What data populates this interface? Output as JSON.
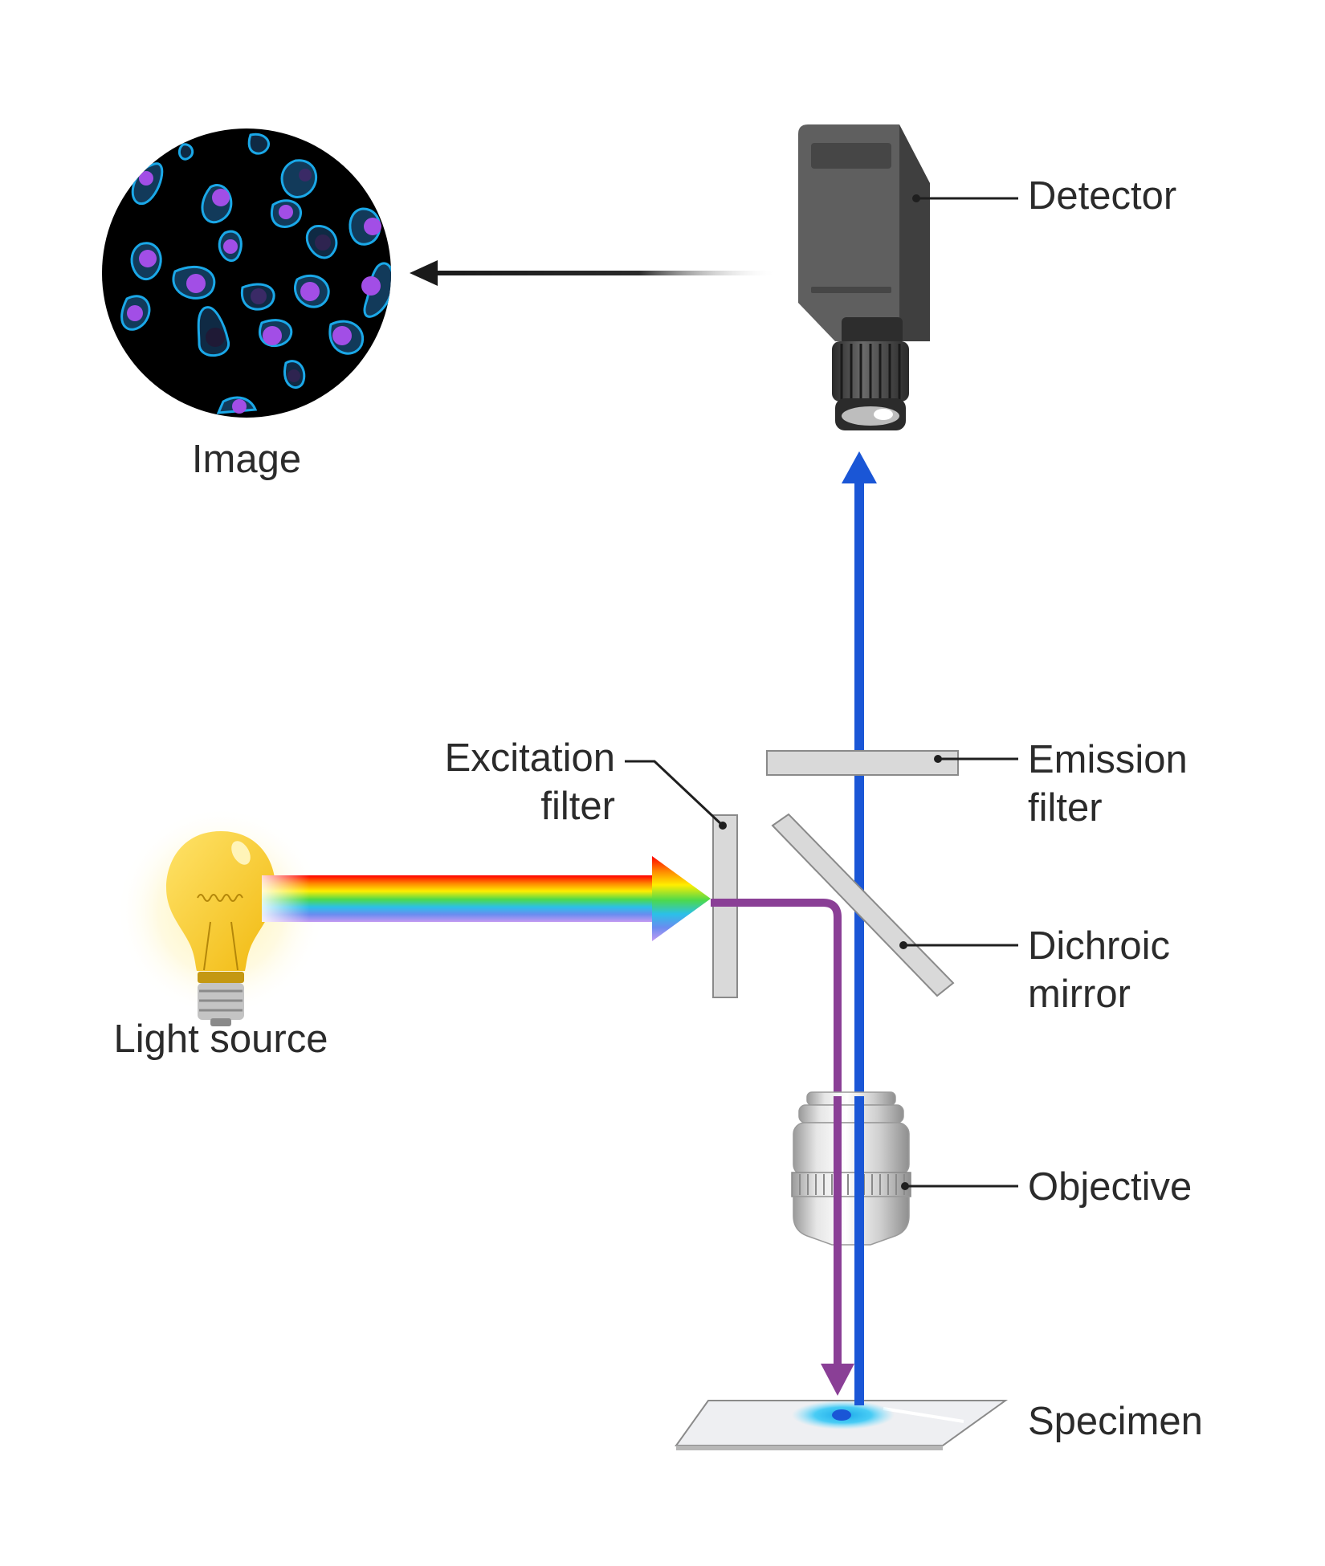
{
  "labels": {
    "detector": "Detector",
    "image": "Image",
    "excitation_filter": [
      "Excitation",
      "filter"
    ],
    "emission_filter": [
      "Emission",
      "filter"
    ],
    "dichroic_mirror": [
      "Dichroic",
      "mirror"
    ],
    "light_source": "Light source",
    "objective": "Objective",
    "specimen": "Specimen"
  },
  "colors": {
    "emission_light": "#1a56d6",
    "excitation_light": "#8a3f96",
    "component_gray": "#d9d9d9",
    "detector_body": "#5f5f5f",
    "bulb": "#f8cd1f",
    "cell_outline": "#1aa8e8",
    "cell_nucleus": "#a24ee6",
    "spectrum": [
      "#ff0000",
      "#ff8a00",
      "#ffee00",
      "#4cd94c",
      "#2bc0e8",
      "#6a8cf0",
      "#c49bf2"
    ]
  }
}
